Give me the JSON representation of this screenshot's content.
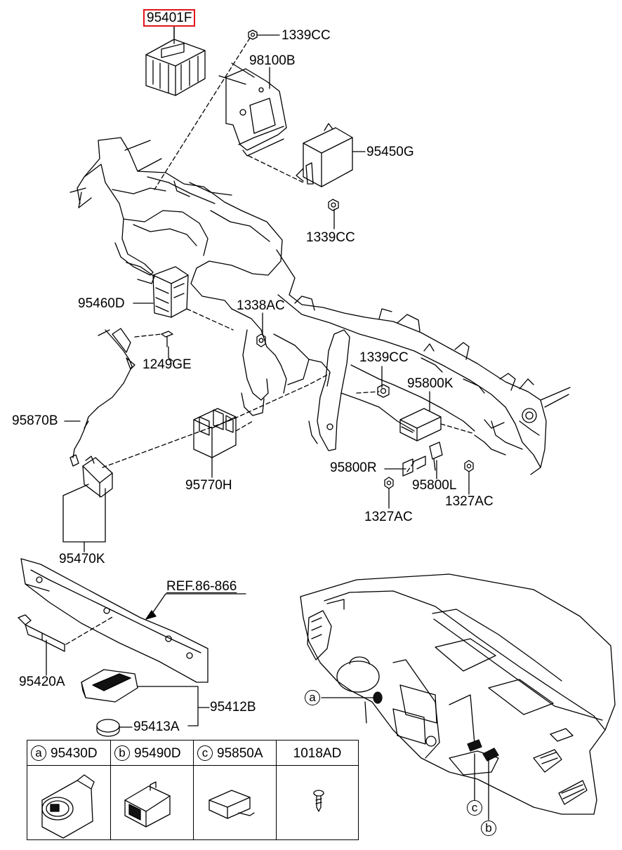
{
  "diagram": {
    "part_labels": {
      "p95401F": "95401F",
      "p1339CC_top": "1339CC",
      "p98100B": "98100B",
      "p95450G": "95450G",
      "p1339CC_mid": "1339CC",
      "p95460D": "95460D",
      "p1338AC": "1338AC",
      "p1249GE": "1249GE",
      "p1339CC_right": "1339CC",
      "p95800K": "95800K",
      "p95870B": "95870B",
      "p95770H": "95770H",
      "p95800R": "95800R",
      "p95800L": "95800L",
      "p1327AC_left": "1327AC",
      "p1327AC_right": "1327AC",
      "p95470K": "95470K",
      "p95420A": "95420A",
      "p95412B": "95412B",
      "p95413A": "95413A"
    },
    "reference_label": "REF.86-866",
    "callouts": {
      "a": "a",
      "b": "b",
      "c": "c"
    },
    "highlight_color": "#e0151b"
  },
  "legend": {
    "cells": [
      {
        "letter": "a",
        "code": "95430D"
      },
      {
        "letter": "b",
        "code": "95490D"
      },
      {
        "letter": "c",
        "code": "95850A"
      },
      {
        "letter": "",
        "code": "1018AD"
      }
    ]
  }
}
